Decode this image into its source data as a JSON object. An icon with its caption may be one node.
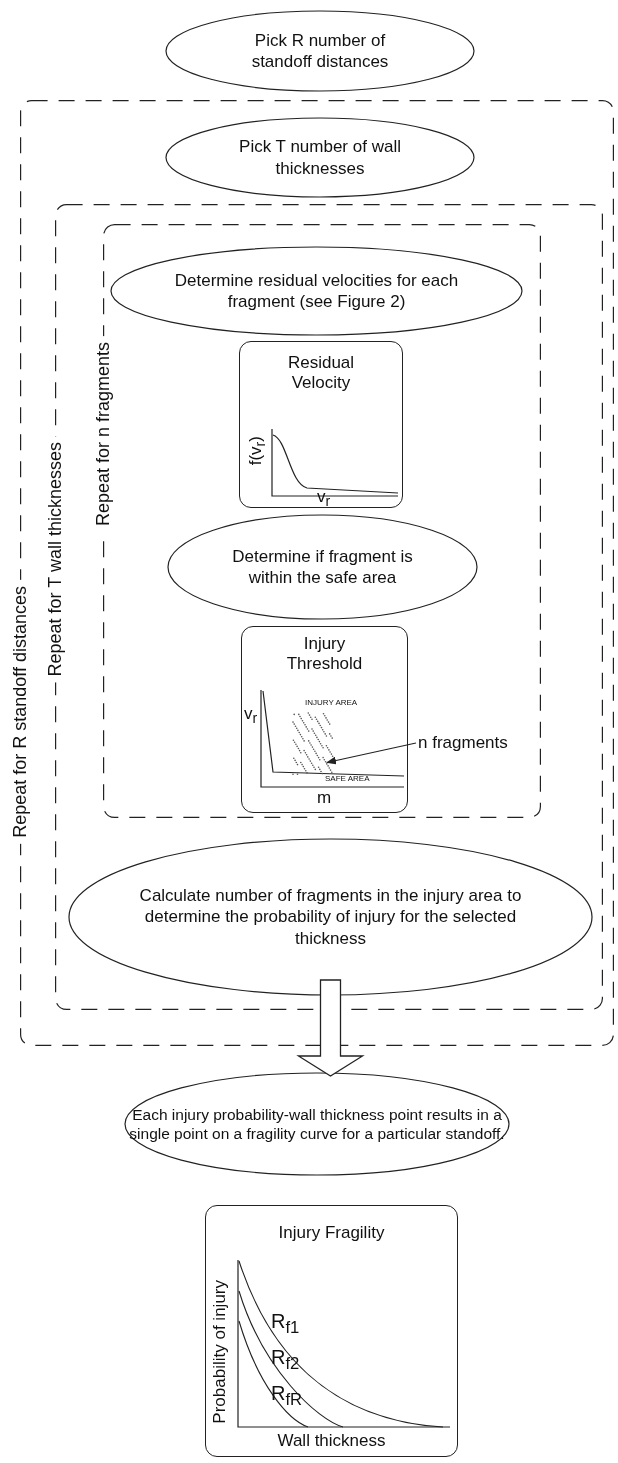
{
  "diagram": {
    "nodes": [
      {
        "text": [
          "Pick R number of standoff distances"
        ]
      },
      {
        "text": [
          "Repeat for R standoff distances"
        ]
      },
      {
        "text": [
          "Pick T number of wall thicknesses"
        ],
        "in": 1
      },
      {
        "text": [
          "Repeat for T wall thicknesses"
        ],
        "in": 1
      },
      {
        "text": [
          "Repeat for n fragments"
        ],
        "in": 3
      },
      {
        "text": [
          "Determine residual velocities for each fragment (see Figure 2)"
        ],
        "in": 4
      },
      {
        "text": [
          "Residual Velocity",
          "f(v$_{r}$)",
          "v$_{r}$"
        ],
        "in": 4
      },
      {
        "text": [
          "Determine if fragment is within the safe area"
        ],
        "in": 4
      },
      {
        "text": [
          "Injury Threshold",
          "v$_{r}$",
          "INJURY AREA",
          "SAFE AREA",
          "m"
        ],
        "in": 4
      },
      {
        "text": [
          "n fragments"
        ],
        "in": 4
      },
      {
        "text": [],
        "shape": "picture",
        "in": 8
      },
      {
        "text": [
          "Calculate number of fragments in the injury area to determine the probability of injury for the selected thickness"
        ],
        "in": 3
      },
      {
        "text": [
          "Each injury probability-wall thickness point results in a single point on a fragility curve for a particular standoff."
        ]
      },
      {
        "text": [
          "Injury Fragility",
          "Probability of injury",
          "R$_{f1}$",
          "R$_{f2}$",
          "R$_{fR}$",
          "Wall thickness"
        ]
      }
    ],
    "edges": [
      {
        "from": 11,
        "to": 12,
        "arrow": "to",
        "style": "thick"
      },
      {
        "from": 9,
        "to": 10,
        "arrow": "to"
      }
    ]
  }
}
